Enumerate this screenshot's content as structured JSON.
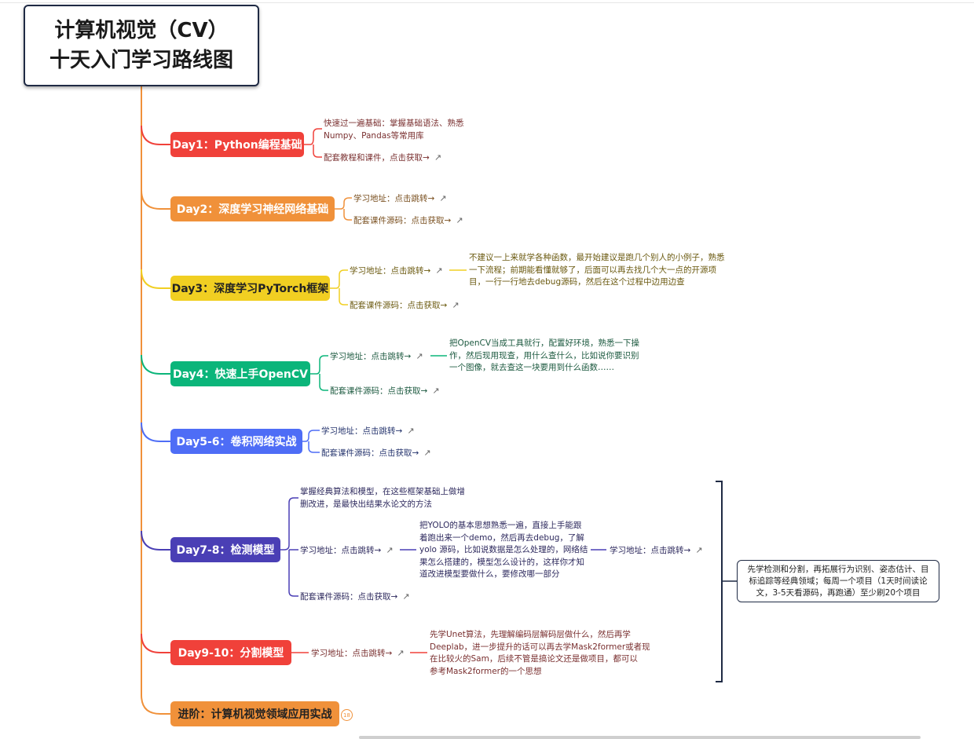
{
  "title": {
    "line1": "计算机视觉（CV）",
    "line2": "十天入门学习路线图"
  },
  "colors": {
    "day1": "#f0413a",
    "day2": "#f0913a",
    "day3": "#f1cf22",
    "day4": "#0bb57a",
    "day56": "#4e6df6",
    "day78": "#4a3fb5",
    "day910": "#f0413a",
    "advanced": "#f0913a"
  },
  "days": [
    {
      "label": "Day1：Python编程基础",
      "items": [
        "快速过一遍基础：掌握基础语法、熟悉",
        "Numpy、Pandas等常用库",
        "配套教程和课件，点击获取→"
      ]
    },
    {
      "label": "Day2：深度学习神经网络基础",
      "items": [
        "学习地址：点击跳转→",
        "配套课件源码：点击获取→"
      ]
    },
    {
      "label": "Day3：深度学习PyTorch框架",
      "items": [
        "学习地址：点击跳转→",
        "配套课件源码：点击获取→"
      ],
      "note": [
        "不建议一上来就学各种函数，最开始建议是跑几个别人的小例子，熟悉",
        "一下流程；前期能看懂就够了，后面可以再去找几个大一点的开源项",
        "目，一行一行地去debug源码，然后在这个过程中边用边查"
      ]
    },
    {
      "label": "Day4：快速上手OpenCV",
      "items": [
        "学习地址：点击跳转→",
        "配套课件源码：点击获取→"
      ],
      "note": [
        "把OpenCV当成工具就行，配置好环境，熟悉一下操",
        "作，然后现用现查，用什么查什么，比如说你要识别",
        "一个图像，就去查这一块要用到什么函数……"
      ]
    },
    {
      "label": "Day5-6：卷积网络实战",
      "items": [
        "学习地址：点击跳转→",
        "配套课件源码：点击获取→"
      ]
    },
    {
      "label": "Day7-8：检测模型",
      "items": [
        "掌握经典算法和模型，在这些框架基础上做增",
        "删改进，是最快出结果水论文的方法",
        "学习地址：点击跳转→",
        "配套课件源码：点击获取→"
      ],
      "note": [
        "把YOLO的基本思想熟悉一遍，直接上手能跟",
        "着跑出来一个demo，然后再去debug，了解",
        "yolo 源码，比如说数据是怎么处理的，网络结",
        "果怎么搭建的，模型怎么设计的，这样你才知",
        "道改进模型要做什么，要修改哪一部分"
      ],
      "extra": "学习地址：点击跳转→"
    },
    {
      "label": "Day9-10：分割模型",
      "items": [
        "学习地址：点击跳转→"
      ],
      "note": [
        "先学Unet算法，先理解编码层解码层做什么，然后再学",
        "Deeplab，进一步提升的话可以再去学Mask2former或者现",
        "在比较火的Sam，后续不管是搞论文还是做项目，都可以",
        "参考Mask2former的一个思想"
      ]
    },
    {
      "label": "进阶：计算机视觉领域应用实战",
      "badge": "18"
    }
  ],
  "summary": [
    "先学检测和分割，再拓展行为识别、姿态估计、目",
    "标追踪等经典领域；每周一个项目（1天时间读论",
    "文，3-5天看源码，再跑通）至少刷20个项目"
  ],
  "icons": {
    "external_link": "↗"
  }
}
